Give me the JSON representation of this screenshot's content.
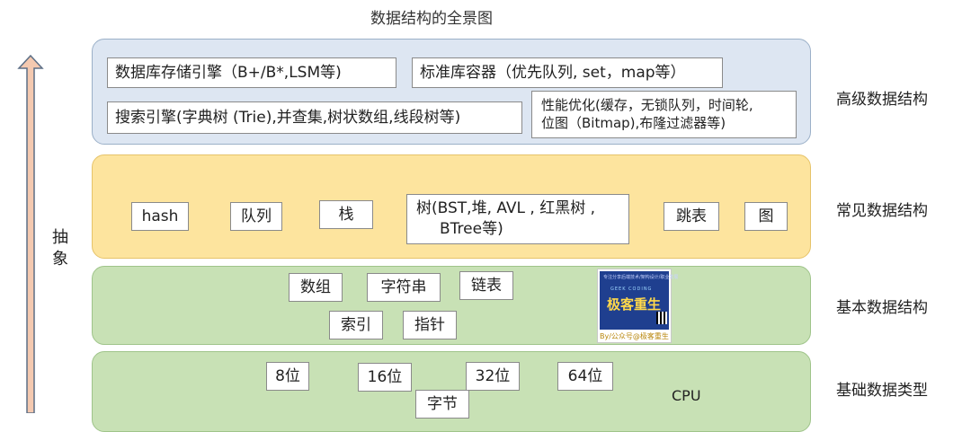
{
  "title": "数据结构的全景图",
  "axis": {
    "label": "抽象",
    "chars": [
      "抽",
      "象"
    ]
  },
  "layers": {
    "advanced": {
      "label": "高级数据结构",
      "items": [
        "数据库存储引擎（B+/B*,LSM等)",
        "标准库容器（优先队列, set，map等）",
        "搜索引擎(字典树 (Trie),并查集,树状数组,线段树等)",
        "性能优化(缓存，无锁队列，时间轮,",
        "位图（Bitmap),布隆过滤器等)"
      ]
    },
    "common": {
      "label": "常见数据结构",
      "items": [
        "hash",
        "队列",
        "栈",
        "树(BST,堆, AVL , 红黑树 ,",
        "BTree等)",
        "跳表",
        "图"
      ]
    },
    "basic": {
      "label": "基本数据结构",
      "items": [
        "数组",
        "字符串",
        "链表",
        "索引",
        "指针"
      ]
    },
    "primitive": {
      "label": "基础数据类型",
      "items": [
        "8位",
        "16位",
        "32位",
        "64位",
        "字节"
      ],
      "cpu": "CPU"
    }
  },
  "logo": {
    "tagline": "专注分享后端技术/架构设计/职业发展",
    "motto": "GEEK  CODING",
    "name": "极客重生",
    "byline": "By/公众号@极客重生"
  }
}
